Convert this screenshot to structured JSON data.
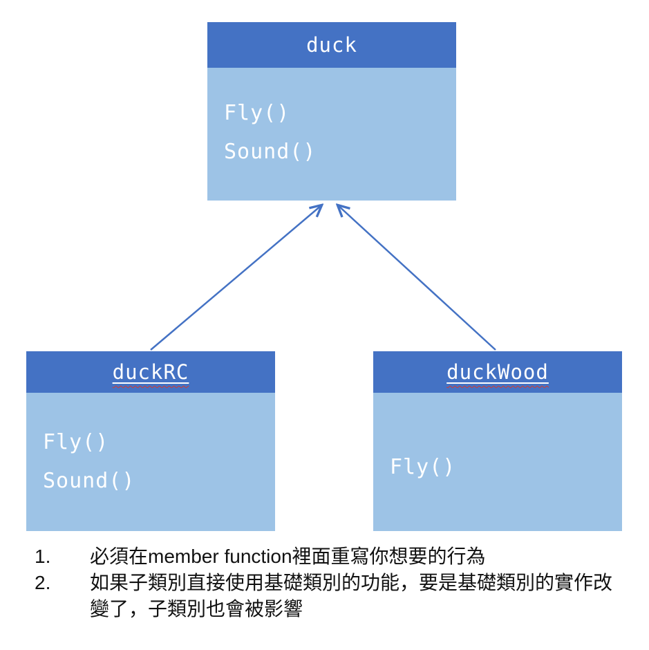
{
  "diagram": {
    "colors": {
      "header": "#4472c4",
      "body": "#9dc3e6",
      "arrow": "#4472c4",
      "box_text": "#ffffff",
      "spellcheck": "#d83b2e"
    },
    "parent": {
      "title": "duck",
      "methods": [
        "Fly()",
        "Sound()"
      ]
    },
    "children": [
      {
        "title": "duckRC",
        "methods": [
          "Fly()",
          "Sound()"
        ]
      },
      {
        "title": "duckWood",
        "methods": [
          "Fly()"
        ]
      }
    ]
  },
  "notes": {
    "items": [
      {
        "number": "1.",
        "text": "必須在member function裡面重寫你想要的行為"
      },
      {
        "number": "2.",
        "text": "如果子類別直接使用基礎類別的功能，要是基礎類別的實作改變了，子類別也會被影響"
      }
    ]
  }
}
